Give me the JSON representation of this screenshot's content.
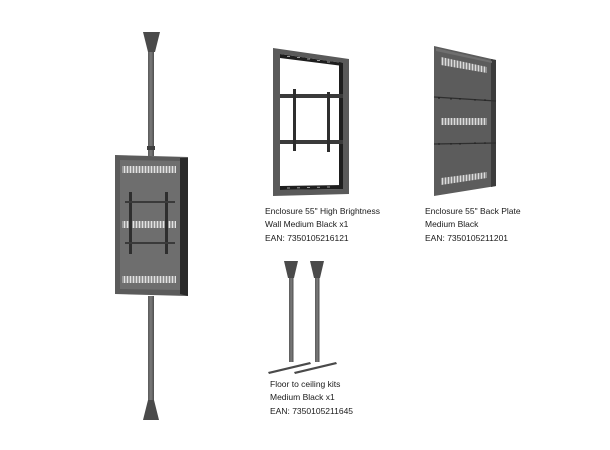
{
  "colors": {
    "metal_dark": "#4a4a4a",
    "metal_mid": "#5c5c5c",
    "metal_light": "#707070",
    "frame_inner": "#1e1e1e",
    "vent_light": "#d8d8d8",
    "background": "#ffffff",
    "text": "#1a1a1a"
  },
  "products": [
    {
      "id": "assembled-floor-to-ceiling-enclosure",
      "image": "floor-to-ceiling-enclosure-assembly-image",
      "caption": null
    },
    {
      "id": "enclosure-high-brightness",
      "image": "wall-enclosure-frame-image",
      "caption": {
        "line1": "Enclosure 55\" High Brightness",
        "line2": "Wall Medium Black x1",
        "ean": "EAN: 7350105216121"
      }
    },
    {
      "id": "enclosure-back-plate",
      "image": "back-plate-image",
      "caption": {
        "line1": "Enclosure 55\" Back Plate",
        "line2": "Medium Black",
        "ean": "EAN: 7350105211201"
      }
    },
    {
      "id": "floor-to-ceiling-kits",
      "image": "floor-ceiling-poles-image",
      "caption": {
        "line1": "Floor to ceiling kits",
        "line2": "Medium Black x1",
        "ean": "EAN: 7350105211645"
      }
    }
  ]
}
